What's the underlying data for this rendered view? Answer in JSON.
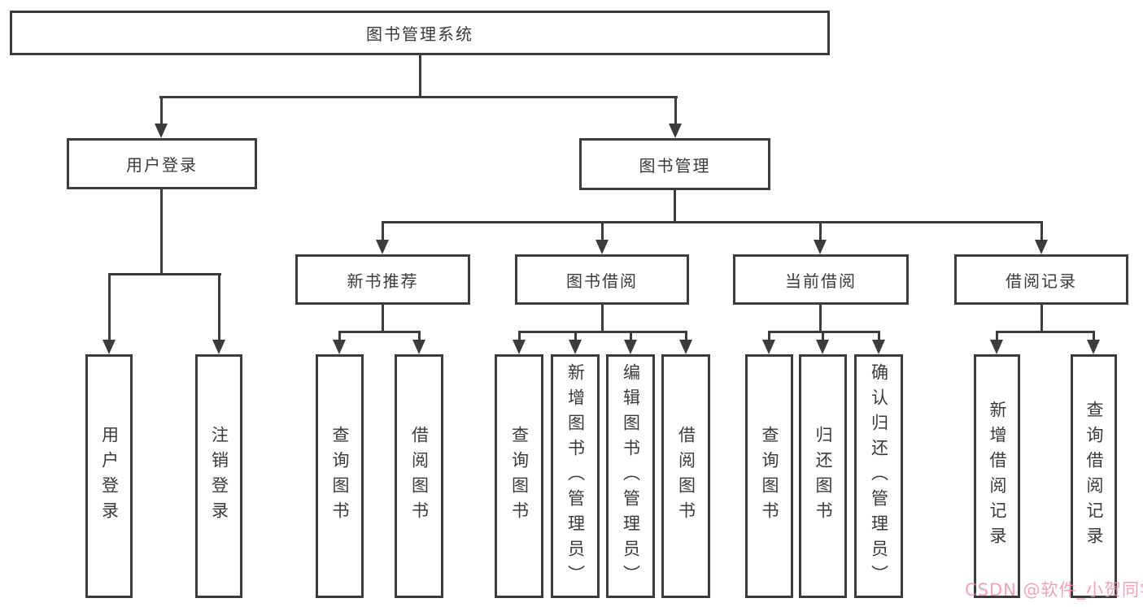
{
  "diagram_type": "tree",
  "nodes": {
    "root": "图书管理系统",
    "user_login": "用户登录",
    "book_management": "图书管理",
    "new_book_recommendation": "新书推荐",
    "book_borrowing": "图书借阅",
    "current_borrowing": "当前借阅",
    "borrowing_records": "借阅记录"
  },
  "leaves": {
    "login": "用户登录",
    "logout": "注销登录",
    "nbr_query_books": "查询图书",
    "nbr_borrow_books": "借阅图书",
    "bb_query_books": "查询图书",
    "bb_add_books_admin": "新增图书（管理员）",
    "bb_edit_books_admin": "编辑图书（管理员）",
    "bb_borrow_books": "借阅图书",
    "cb_query_books": "查询图书",
    "cb_return_books": "归还图书",
    "cb_confirm_return_admin": "确认归还（管理员）",
    "br_add_record": "新增借阅记录",
    "br_query_record": "查询借阅记录"
  },
  "hierarchy": {
    "图书管理系统": [
      "用户登录",
      "图书管理"
    ],
    "用户登录": [
      "用户登录",
      "注销登录"
    ],
    "图书管理": [
      "新书推荐",
      "图书借阅",
      "当前借阅",
      "借阅记录"
    ],
    "新书推荐": [
      "查询图书",
      "借阅图书"
    ],
    "图书借阅": [
      "查询图书",
      "新增图书（管理员）",
      "编辑图书（管理员）",
      "借阅图书"
    ],
    "当前借阅": [
      "查询图书",
      "归还图书",
      "确认归还（管理员）"
    ],
    "借阅记录": [
      "新增借阅记录",
      "查询借阅记录"
    ]
  },
  "watermark": {
    "text": "CSDN @软件_小贺同学",
    "color": "rgba(240,140,160,0.8)"
  },
  "colors": {
    "line": "#3c3c3c",
    "box_border": "#3c3c3c",
    "text": "#3a3a3a",
    "background": "#ffffff"
  }
}
